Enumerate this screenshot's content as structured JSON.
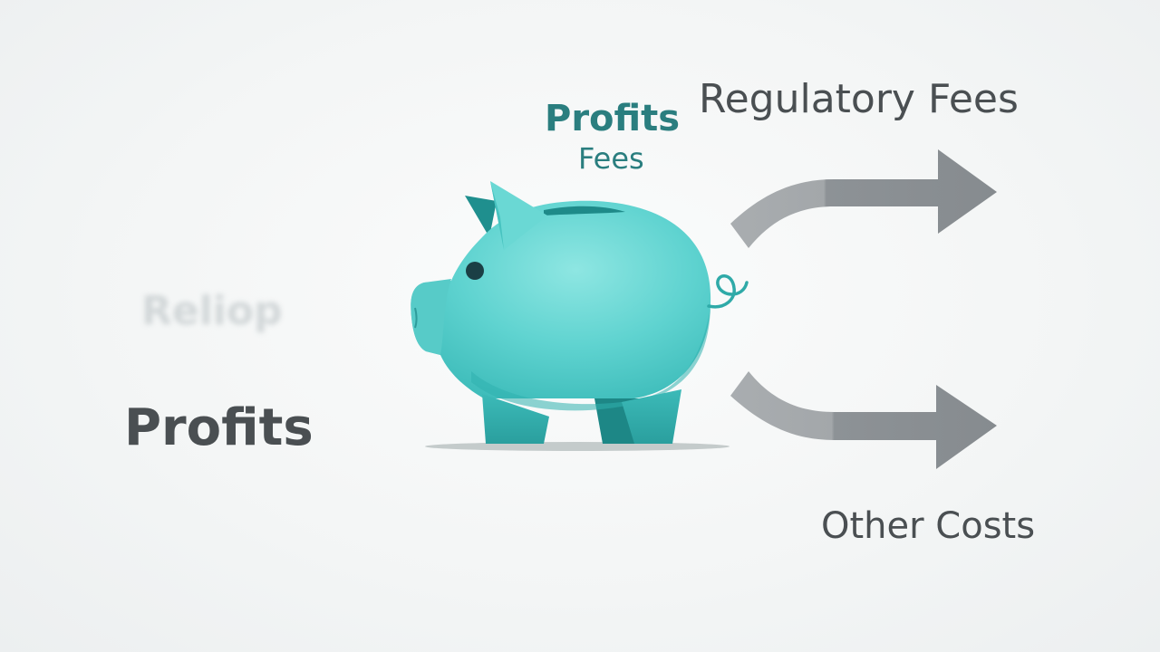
{
  "labels": {
    "left_main": "Profits",
    "faded_word": "Reliop",
    "top_title": "Profits",
    "top_subtitle": "Fees",
    "right_top": "Regulatory Fees",
    "right_bottom": "Other Costs"
  },
  "icons": {
    "central": "piggy-bank-icon",
    "upper_flow": "arrow-right-icon",
    "lower_flow": "arrow-right-icon"
  },
  "colors": {
    "piggy_body": "#5fd3d0",
    "piggy_shadow": "#2aa8a6",
    "accent_text": "#2a7e7f",
    "arrow": "#8e9396",
    "text_dark": "#4a4f52"
  }
}
